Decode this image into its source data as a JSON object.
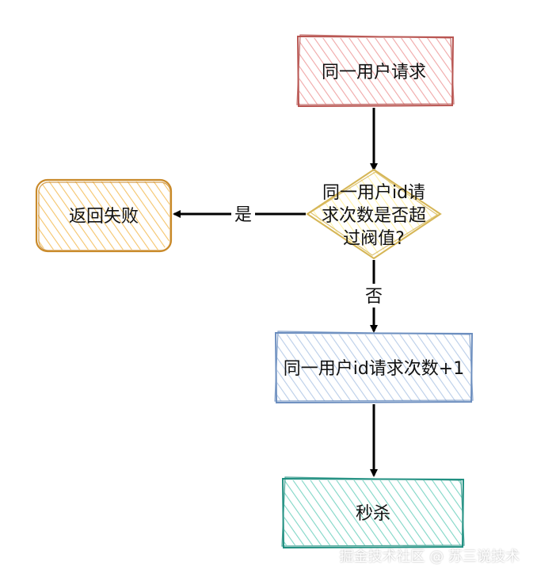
{
  "colors": {
    "red_stroke": "#b85450",
    "red_fill": "#f0a7a7",
    "orange_stroke": "#c98a2a",
    "orange_fill": "#f5c46a",
    "yellow_stroke": "#d6b656",
    "yellow_fill": "#fff2a8",
    "blue_stroke": "#6c8ebf",
    "blue_fill": "#b9cde8",
    "green_stroke": "#1f8f80",
    "green_fill": "#7fd6c6",
    "arrow": "#000000"
  },
  "nodes": {
    "request": {
      "label": "同一用户请求"
    },
    "decision": {
      "lines": [
        "同一用户id请",
        "求次数是否超",
        "过阀值?"
      ]
    },
    "fail": {
      "label": "返回失败"
    },
    "increment": {
      "label": "同一用户id请求次数+1"
    },
    "seckill": {
      "label": "秒杀"
    }
  },
  "edges": {
    "yes_label": "是",
    "no_label": "否"
  },
  "watermark": "掘金技术社区 @ 苏三说技术"
}
